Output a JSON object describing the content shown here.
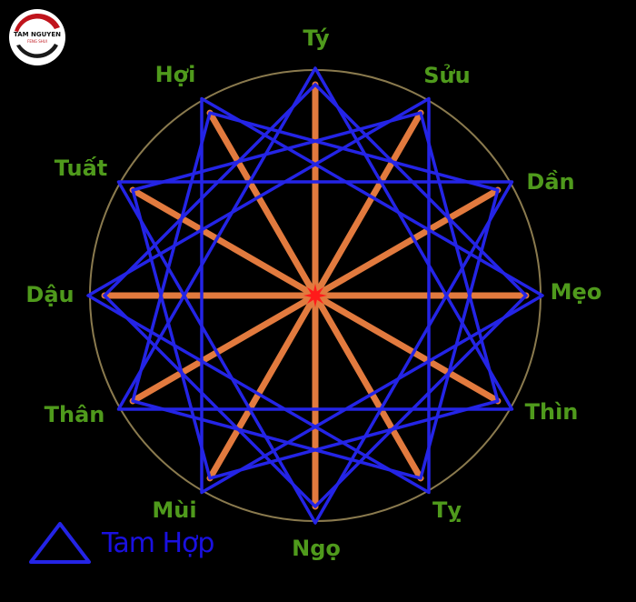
{
  "logo": {
    "name": "TAM NGUYEN",
    "tagline": "FENG SHUI"
  },
  "colors": {
    "background": "#000000",
    "label": "#4f9a1c",
    "triangle": "#2424e6",
    "spoke": "#e27a3e",
    "circle": "#8a7a4e",
    "center": "#ff1a1a"
  },
  "zodiac": [
    {
      "id": "ty",
      "label": "Tý"
    },
    {
      "id": "suu",
      "label": "Sửu"
    },
    {
      "id": "dan",
      "label": "Dần"
    },
    {
      "id": "meo",
      "label": "Mẹo"
    },
    {
      "id": "thin",
      "label": "Thìn"
    },
    {
      "id": "ti",
      "label": "Tỵ"
    },
    {
      "id": "ngo",
      "label": "Ngọ"
    },
    {
      "id": "mui",
      "label": "Mùi"
    },
    {
      "id": "than",
      "label": "Thân"
    },
    {
      "id": "dau",
      "label": "Dậu"
    },
    {
      "id": "tuat",
      "label": "Tuất"
    },
    {
      "id": "hoi",
      "label": "Hợi"
    }
  ],
  "triangles": [
    [
      "Thân",
      "Tý",
      "Thìn"
    ],
    [
      "Tỵ",
      "Dậu",
      "Sửu"
    ],
    [
      "Dần",
      "Ngọ",
      "Tuất"
    ],
    [
      "Hợi",
      "Mẹo",
      "Mùi"
    ]
  ],
  "squares": [
    [
      "Tý",
      "Mẹo",
      "Ngọ",
      "Dậu"
    ],
    [
      "Sửu",
      "Thìn",
      "Mùi",
      "Tuất"
    ],
    [
      "Dần",
      "Tỵ",
      "Thân",
      "Hợi"
    ]
  ],
  "legend": {
    "label": "Tam Hợp",
    "icon": "triangle-icon"
  }
}
